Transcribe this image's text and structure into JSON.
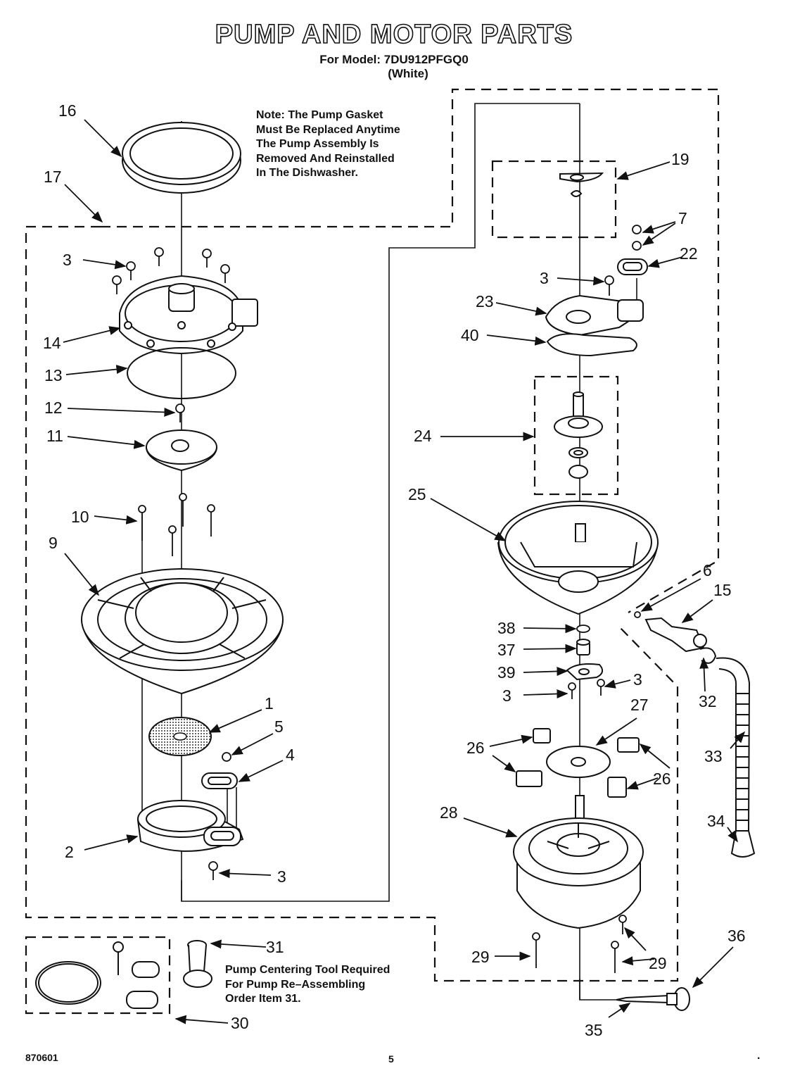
{
  "header": {
    "title": "PUMP AND MOTOR PARTS",
    "model_line": "For Model: 7DU912PFGQ0",
    "color_line": "(White)"
  },
  "notes": {
    "gasket_note": [
      "Note: The Pump Gasket",
      "Must Be Replaced Anytime",
      "The Pump Assembly Is",
      "Removed And Reinstalled",
      "In The Dishwasher."
    ],
    "tool_note": [
      "Pump Centering Tool Required",
      "For Pump Re–Assembling",
      "Order Item 31."
    ]
  },
  "footer": {
    "doc_number": "870601",
    "page_number": "5",
    "dot": "."
  },
  "part_labels": [
    "16",
    "17",
    "3",
    "14",
    "13",
    "12",
    "11",
    "10",
    "9",
    "1",
    "5",
    "4",
    "2",
    "3",
    "19",
    "7",
    "22",
    "3",
    "23",
    "40",
    "24",
    "25",
    "6",
    "15",
    "38",
    "37",
    "39",
    "3",
    "3",
    "32",
    "27",
    "26",
    "26",
    "33",
    "28",
    "34",
    "29",
    "29",
    "36",
    "35",
    "31",
    "30"
  ]
}
